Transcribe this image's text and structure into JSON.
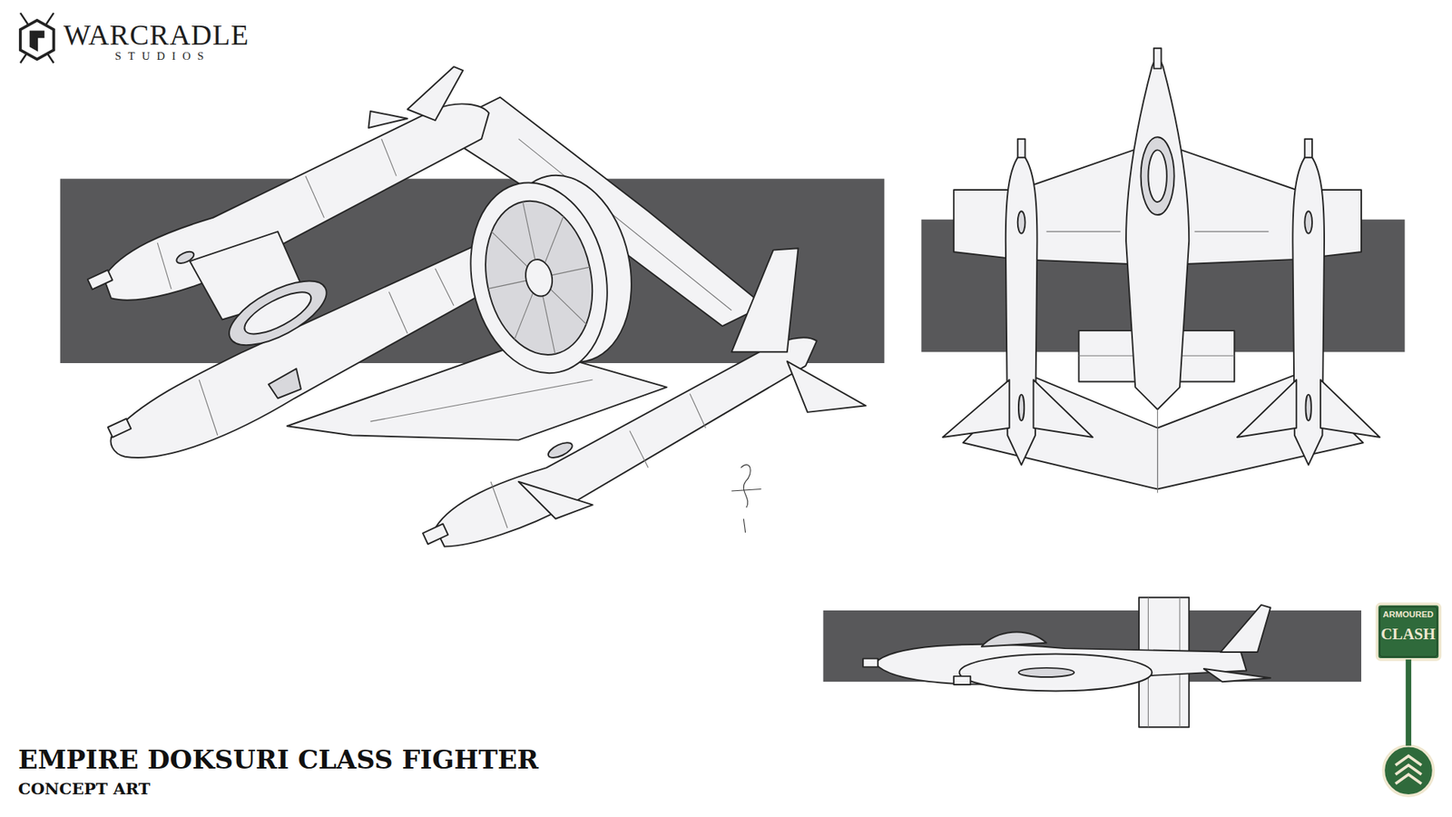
{
  "diagram": {
    "title": "EMPIRE DOKSURI CLASS FIGHTER",
    "caption": "CONCEPT ART",
    "labels": [
      "WARCRADLE",
      "STUDIOS",
      "ARMOURED",
      "CLASH"
    ]
  }
}
